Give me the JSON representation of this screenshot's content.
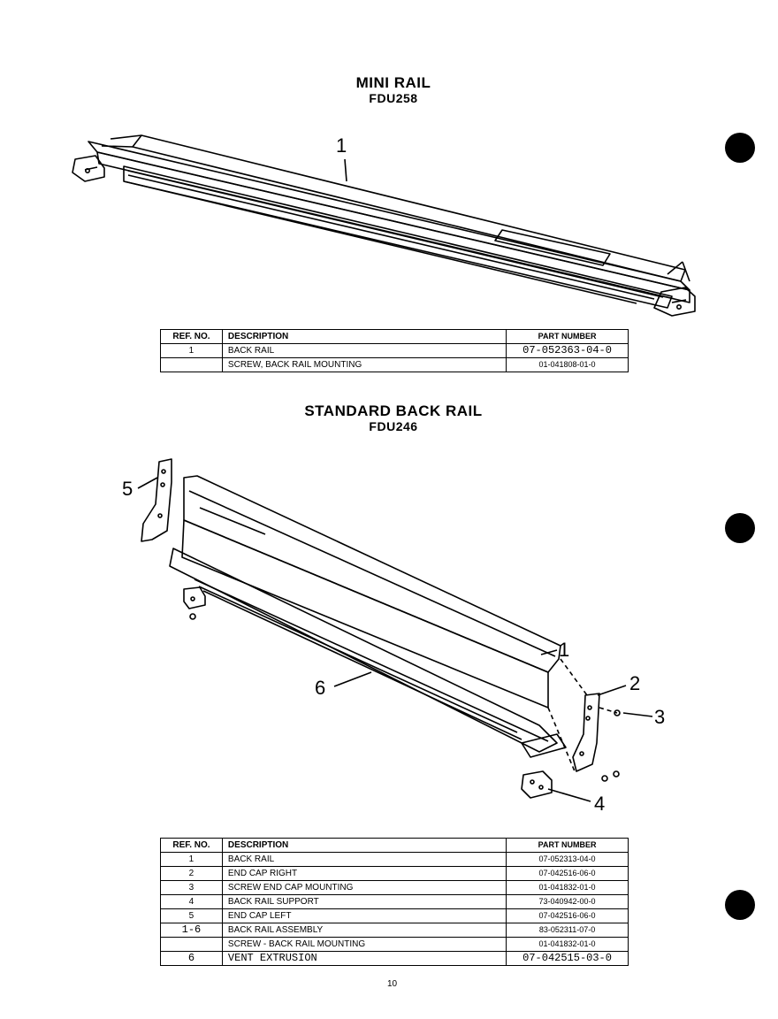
{
  "mini_rail": {
    "title": "MINI RAIL",
    "model": "FDU258",
    "callouts": [
      "1"
    ],
    "table": {
      "headers": [
        "REF. NO.",
        "DESCRIPTION",
        "PART NUMBER"
      ],
      "rows": [
        [
          "1",
          "BACK RAIL",
          "07-052363-04-0"
        ],
        [
          "",
          "SCREW, BACK RAIL MOUNTING",
          "01-041808-01-0"
        ]
      ]
    }
  },
  "standard_rail": {
    "title": "STANDARD BACK RAIL",
    "model": "FDU246",
    "callouts": [
      "5",
      "6",
      "1",
      "2",
      "3",
      "4"
    ],
    "table": {
      "headers": [
        "REF. NO.",
        "DESCRIPTION",
        "PART NUMBER"
      ],
      "rows": [
        [
          "1",
          "BACK RAIL",
          "07-052313-04-0"
        ],
        [
          "2",
          "END CAP RIGHT",
          "07-042516-06-0"
        ],
        [
          "3",
          "SCREW END CAP MOUNTING",
          "01-041832-01-0"
        ],
        [
          "4",
          "BACK RAIL SUPPORT",
          "73-040942-00-0"
        ],
        [
          "5",
          "END CAP LEFT",
          "07-042516-06-0"
        ],
        [
          "1-6",
          "BACK RAIL ASSEMBLY",
          "83-052311-07-0"
        ],
        [
          "",
          "SCREW - BACK RAIL MOUNTING",
          "01-041832-01-0"
        ],
        [
          "6",
          "VENT EXTRUSION",
          "07-042515-03-0"
        ]
      ]
    }
  },
  "page_number": "10"
}
